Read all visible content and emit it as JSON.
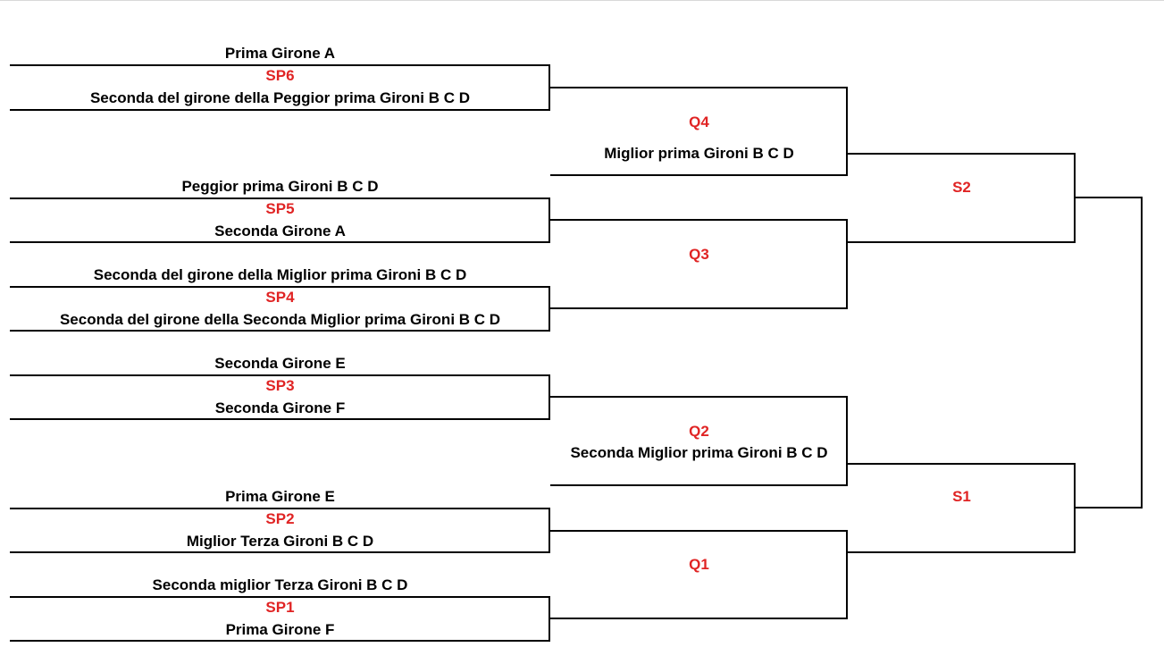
{
  "colors": {
    "code": "#e02424",
    "text": "#000000",
    "line": "#000000"
  },
  "round1": [
    {
      "code": "SP6",
      "top": "Prima Girone A",
      "bottom": "Seconda del girone della Peggior prima Gironi  B C D"
    },
    {
      "code": "SP5",
      "top": "Peggior prima Gironi  B C D",
      "bottom": "Seconda Girone A"
    },
    {
      "code": "SP4",
      "top": "Seconda del girone della  Miglior prima Gironi  B C D",
      "bottom": "Seconda del girone della  Seconda Miglior prima Gironi  B C D"
    },
    {
      "code": "SP3",
      "top": "Seconda Girone E",
      "bottom": "Seconda Girone F"
    },
    {
      "code": "SP2",
      "top": "Prima Girone E",
      "bottom": "Miglior Terza Gironi  B C D"
    },
    {
      "code": "SP1",
      "top": "Seconda miglior Terza Gironi  B C D",
      "bottom": "Prima Girone F"
    }
  ],
  "quarterfinals": [
    {
      "code": "Q4",
      "seed": "Miglior prima Gironi  B C D"
    },
    {
      "code": "Q3"
    },
    {
      "code": "Q2",
      "seed": "Seconda Miglior prima Gironi  B C D"
    },
    {
      "code": "Q1"
    }
  ],
  "semifinals": [
    {
      "code": "S2"
    },
    {
      "code": "S1"
    }
  ]
}
